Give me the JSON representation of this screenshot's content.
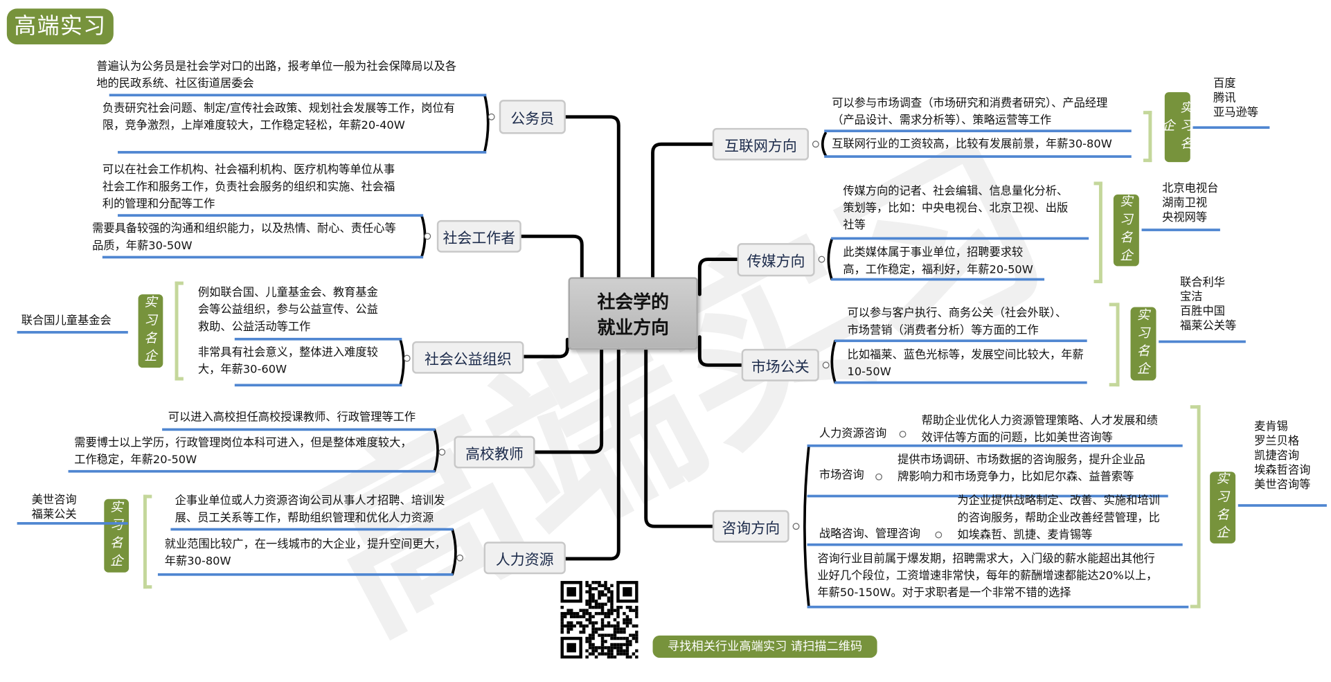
{
  "logo": "高端实习",
  "watermark": "高端实习",
  "center": "社会学的\n就业方向",
  "company_label": "实习名企",
  "left": [
    {
      "label": "公务员",
      "texts": [
        "普遍认为公务员是社会学对口的出路，报考单位一般为社会保障局以及各\n地的民政系统、社区街道居委会",
        "负责研究社会问题、制定/宣传社会政策、规划社会发展等工作，岗位有\n限，竞争激烈，上岸难度较大，工作稳定轻松，年薪20-40W"
      ]
    },
    {
      "label": "社会工作者",
      "texts": [
        "可以在社会工作机构、社会福利机构、医疗机构等单位从事\n社会工作和服务工作，负责社会服务的组织和实施、社会福\n利的管理和分配等工作",
        "需要具备较强的沟通和组织能力，以及热情、耐心、责任心等\n品质，年薪30-50W"
      ]
    },
    {
      "label": "社会公益组织",
      "texts": [
        "例如联合国、儿童基金会、教育基金\n会等公益组织，参与公益宣传、公益\n救助、公益活动等工作",
        "非常具有社会意义，整体进入难度较\n大，年薪30-60W"
      ],
      "companies": "联合国儿童基金会"
    },
    {
      "label": "高校教师",
      "texts": [
        "可以进入高校担任高校授课教师、行政管理等工作",
        "需要博士以上学历，行政管理岗位本科可进入，但是整体难度较大，\n工作稳定，年薪20-50W"
      ]
    },
    {
      "label": "人力资源",
      "texts": [
        "企事业单位或人力资源咨询公司从事人才招聘、培训发\n展、员工关系等工作，帮助组织管理和优化人力资源",
        "就业范围比较广，在一线城市的大企业，提升空间更大，\n年薪30-80W"
      ],
      "companies": "美世咨询\n福莱公关"
    }
  ],
  "right": [
    {
      "label": "互联网方向",
      "texts": [
        "可以参与市场调查（市场研究和消费者研究）、产品经理\n（产品设计、需求分析等）、策略运营等工作",
        "互联网行业的工资较高，比较有发展前景，年薪30-80W"
      ],
      "companies": "百度\n腾讯\n亚马逊等"
    },
    {
      "label": "传媒方向",
      "texts": [
        "传媒方向的记者、社会编辑、信息量化分析、\n策划等，比如：中央电视台、北京卫视、出版\n社等",
        "此类媒体属于事业单位，招聘要求较\n高，工作稳定，福利好，年薪20-50W"
      ],
      "companies": "北京电视台\n湖南卫视\n央视网等"
    },
    {
      "label": "市场公关",
      "texts": [
        "可以参与客户执行、商务公关（社会外联）、\n市场营销（消费者分析）等方面的工作",
        "比如福莱、蓝色光标等，发展空间比较大，年薪\n10-50W"
      ],
      "companies": "联合利华\n宝洁\n百胜中国\n福莱公关等"
    },
    {
      "label": "咨询方向",
      "subs": [
        {
          "label": "人力资源咨询",
          "text": "帮助企业优化人力资源管理策略、人才发展和绩\n效评估等方面的问题，比如美世咨询等"
        },
        {
          "label": "市场咨询",
          "text": "提供市场调研、市场数据的咨询服务，提升企业品\n牌影响力和市场竞争力，比如尼尔森、益普索等"
        },
        {
          "label": "战略咨询、管理咨询",
          "text": "为企业提供战略制定、改善、实施和培训\n的咨询服务，帮助企业改善经营管理，比\n如埃森哲、凯捷、麦肯锡等"
        }
      ],
      "summary": "咨询行业目前属于爆发期，招聘需求大，入门级的薪水能超出其他行\n业好几个段位，工资增速非常快，每年的薪酬增速都能达20%以上，\n年薪50-150W。对于求职者是一个非常不错的选择",
      "companies": "麦肯锡\n罗兰贝格\n凯捷咨询\n埃森哲咨询\n美世咨询等"
    }
  ],
  "qr_button": "寻找相关行业高端实习  请扫描二维码",
  "colors": {
    "green": "#77933c",
    "light_green": "#c4d79b",
    "blue": "#4f86d1",
    "center": "#c0c0c0"
  }
}
